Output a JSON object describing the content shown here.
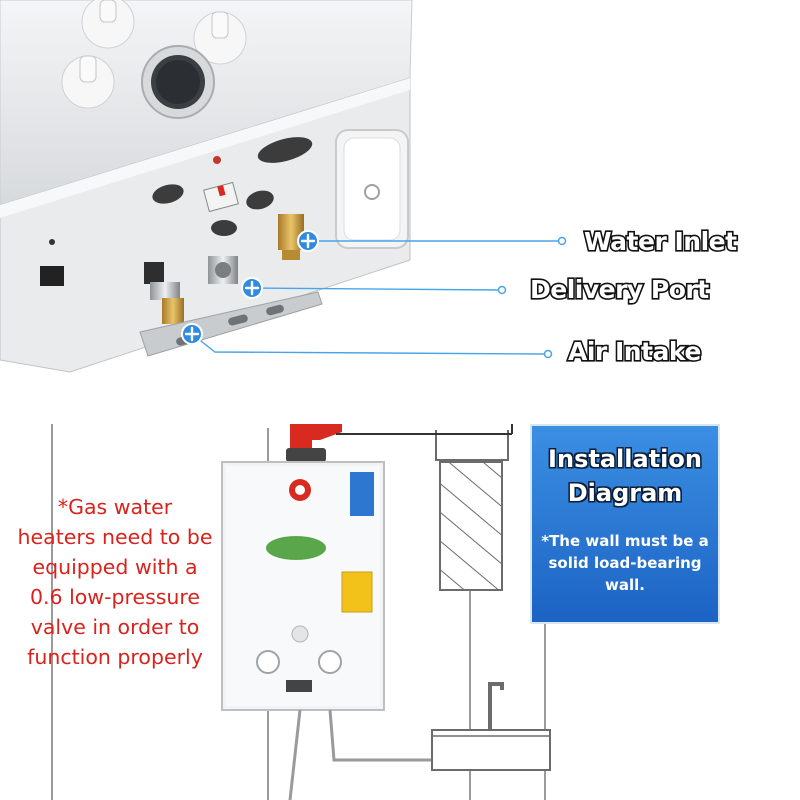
{
  "callouts": [
    {
      "label": "Water Inlet"
    },
    {
      "label": "Delivery Port"
    },
    {
      "label": "Air Intake"
    }
  ],
  "note_left": "*Gas water\nheaters need to be\nequipped with a\n0.6 low-pressure\nvalve in order to\nfunction properly",
  "panel": {
    "title": "Installation\nDiagram",
    "note": "*The wall must be a\nsolid load-bearing\nwall."
  },
  "colors": {
    "accent_blue": "#2e8be0",
    "panel_blue": "#1c63c4",
    "note_red": "#d8231d",
    "flue_red": "#d92a22"
  }
}
